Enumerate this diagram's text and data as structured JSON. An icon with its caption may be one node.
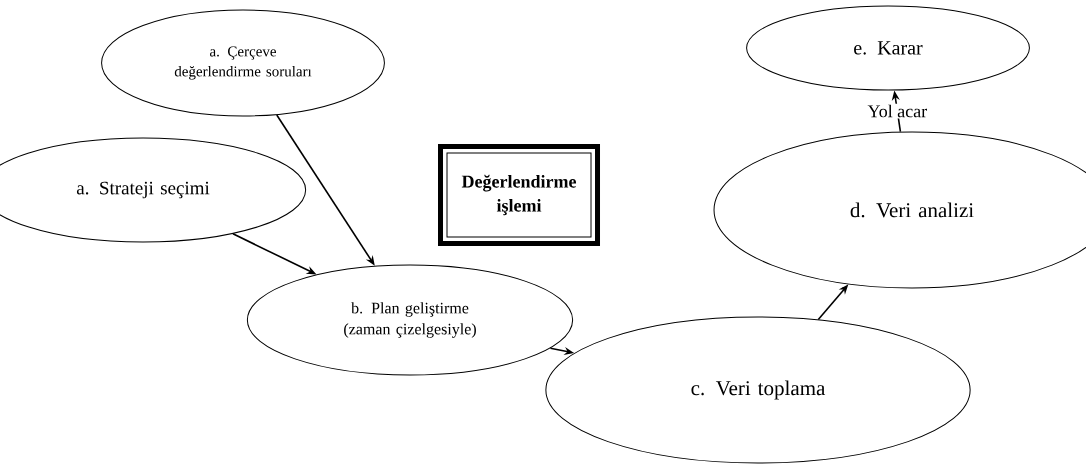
{
  "diagram": {
    "nodes": [
      {
        "text": [
          "a. Çerçeve değerlendirme soruları"
        ]
      },
      {
        "text": [
          "a. Strateji seçimi"
        ]
      },
      {
        "text": [
          "Değerlendirme işlemi"
        ]
      },
      {
        "text": [
          "e. Karar"
        ]
      },
      {
        "text": [
          "d. Veri analizi"
        ]
      },
      {
        "text": [
          "b. Plan geliştirme (zaman çizelgesiyle)"
        ]
      },
      {
        "text": [
          "c. Veri toplama"
        ]
      }
    ],
    "edges": [
      {
        "from": 0,
        "to": 5,
        "arrow": "to"
      },
      {
        "from": 1,
        "to": 5,
        "arrow": "to"
      },
      {
        "from": 5,
        "to": 6,
        "arrow": "to"
      },
      {
        "from": 6,
        "to": 4,
        "arrow": "to"
      },
      {
        "from": 4,
        "to": 3,
        "arrow": "to",
        "label": "Yol acar"
      }
    ]
  }
}
